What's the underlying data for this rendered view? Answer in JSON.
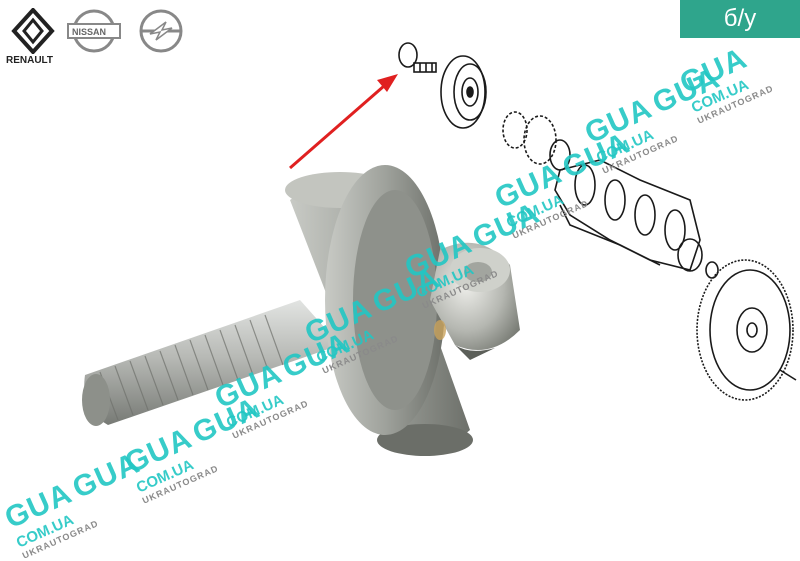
{
  "logos": {
    "renault": "RENAULT",
    "nissan": "NISSAN"
  },
  "badge": {
    "label": "б/у"
  },
  "watermark": {
    "brand": "GUA",
    "domain": "COM.UA",
    "company": "UKRAUTOGRAD"
  },
  "colors": {
    "badge": "#2fa58c",
    "watermark": "#22c7c4",
    "arrow": "#e02020"
  },
  "icons": [
    "renault-logo-icon",
    "nissan-logo-icon",
    "opel-logo-icon",
    "red-arrow-icon"
  ]
}
